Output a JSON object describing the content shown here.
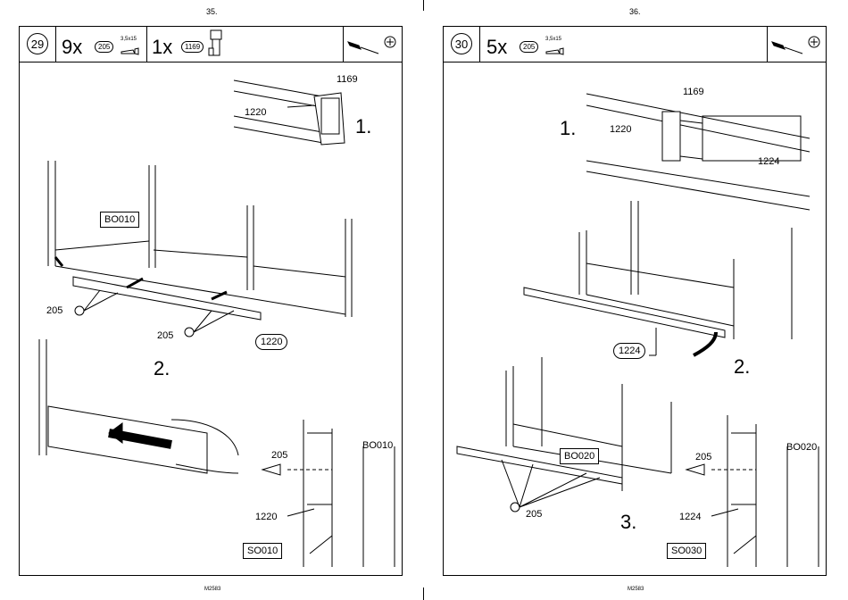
{
  "pages": [
    {
      "page_number": "35.",
      "footer_code": "M2583",
      "step": "29",
      "parts": [
        {
          "qty": "9x",
          "part_id": "205",
          "spec": "3,5x15"
        },
        {
          "qty": "1x",
          "part_id": "1169",
          "spec": ""
        }
      ],
      "tool_icons": [
        "screwdriver-icon",
        "phillips-head-icon"
      ],
      "labels": {
        "part_1169": "1169",
        "part_1220_top": "1220",
        "substep_1": "1.",
        "panel_bo010": "BO010",
        "screw_left": "205",
        "screw_mid": "205",
        "rail_1220": "1220",
        "substep_2": "2.",
        "detail_screw": "205",
        "detail_bo": "BO010",
        "detail_rail": "1220",
        "detail_so": "SO010"
      }
    },
    {
      "page_number": "36.",
      "footer_code": "M2583",
      "step": "30",
      "parts": [
        {
          "qty": "5x",
          "part_id": "205",
          "spec": "3,5x15"
        }
      ],
      "tool_icons": [
        "screwdriver-icon",
        "phillips-head-icon"
      ],
      "labels": {
        "part_1169": "1169",
        "part_1220": "1220",
        "part_1224": "1224",
        "substep_1": "1.",
        "rail_1224": "1224",
        "substep_2": "2.",
        "panel_bo020": "BO020",
        "screw_205": "205",
        "substep_3": "3.",
        "detail_screw": "205",
        "detail_bo": "BO020",
        "detail_rail": "1224",
        "detail_so": "SO030"
      }
    }
  ]
}
